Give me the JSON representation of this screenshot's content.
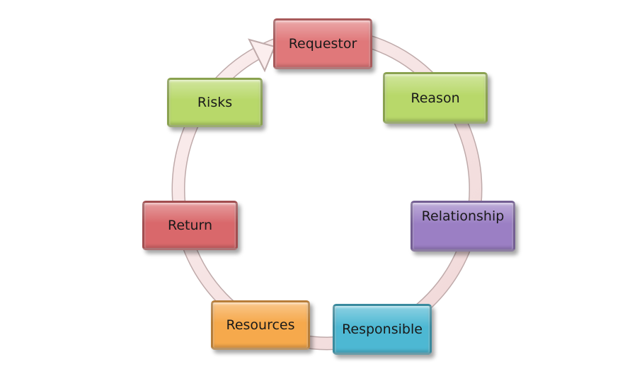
{
  "diagram": {
    "type": "cycle",
    "ring_color": "#f4dede",
    "ring_stroke": "#c9b7b7",
    "steps": [
      {
        "id": "requestor",
        "label": "Requestor",
        "color": "#e0787a"
      },
      {
        "id": "reason",
        "label": "Reason",
        "color": "#b8d86a"
      },
      {
        "id": "relationship",
        "label": "Relationship",
        "color": "#9b7fc4"
      },
      {
        "id": "responsible",
        "label": "Responsible",
        "color": "#4db8d3"
      },
      {
        "id": "resources",
        "label": "Resources",
        "color": "#f6a94c"
      },
      {
        "id": "return",
        "label": "Return",
        "color": "#d9686b"
      },
      {
        "id": "risks",
        "label": "Risks",
        "color": "#b8d86a"
      }
    ]
  }
}
